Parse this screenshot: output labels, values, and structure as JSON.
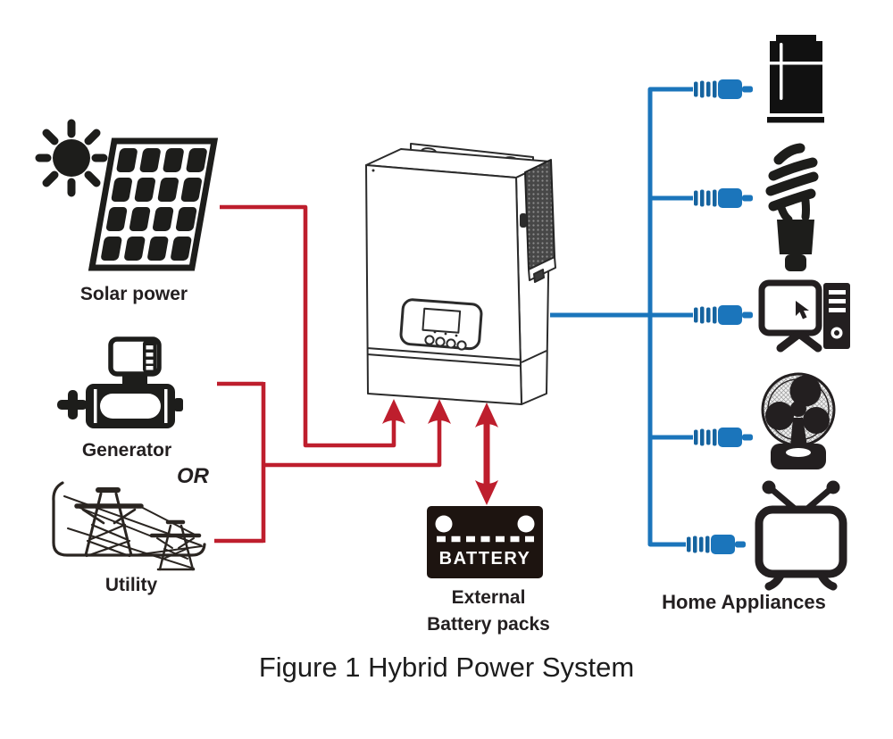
{
  "figure_caption": "Figure 1 Hybrid Power System",
  "colors": {
    "source_line_red": "#be1e2d",
    "output_line_blue": "#1b75bb",
    "icon_black": "#231f20"
  },
  "sources": {
    "solar": {
      "label": "Solar power",
      "icons": [
        "sun-icon",
        "solar-panel-icon"
      ]
    },
    "generator": {
      "label": "Generator",
      "icon": "generator-icon"
    },
    "or_text": "OR",
    "utility": {
      "label": "Utility",
      "icon": "utility-towers-icon"
    }
  },
  "inverter": {
    "icon": "hybrid-inverter-icon"
  },
  "battery": {
    "panel_text": "BATTERY",
    "label_line1": "External",
    "label_line2": "Battery packs",
    "icon": "battery-icon"
  },
  "appliances": {
    "label": "Home Appliances",
    "connector_icon": "power-plug-icon",
    "items": [
      "refrigerator-icon",
      "cfl-bulb-icon",
      "desktop-computer-icon",
      "table-fan-icon",
      "tv-icon"
    ]
  }
}
